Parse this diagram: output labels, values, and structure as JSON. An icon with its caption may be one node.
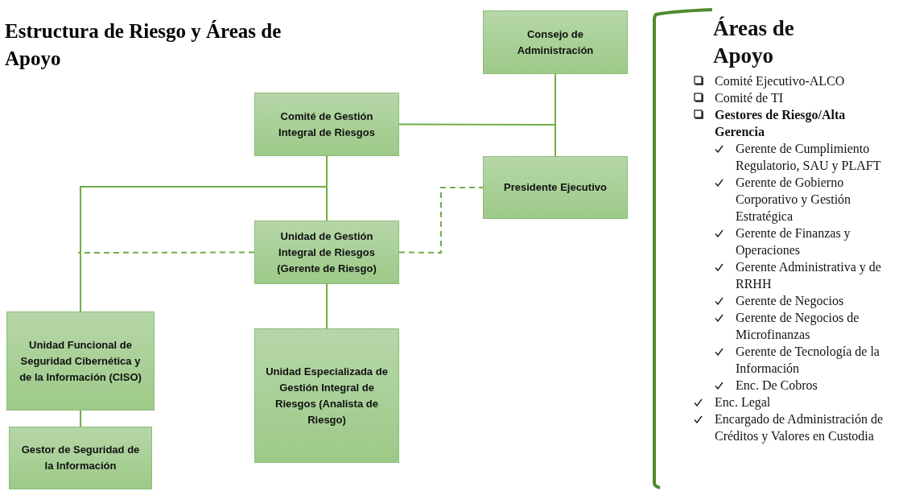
{
  "diagram": {
    "title": "Estructura de Riesgo y Áreas de Apoyo",
    "nodes": [
      {
        "text": [
          "Consejo de Administración"
        ]
      },
      {
        "text": [
          "Comité de Gestión Integral de Riesgos"
        ]
      },
      {
        "text": [
          "Presidente Ejecutivo"
        ]
      },
      {
        "text": [
          "Unidad de Gestión Integral de Riesgos (Gerente de Riesgo)"
        ]
      },
      {
        "text": [
          "Unidad Funcional de Seguridad Cibernética y de la Información (CISO)"
        ]
      },
      {
        "text": [
          "Unidad Especializada de Gestión Integral de Riesgos (Analista de Riesgo)"
        ]
      },
      {
        "text": [
          "Gestor de Seguridad de la Información"
        ]
      }
    ],
    "edges": [
      {
        "from": 0,
        "to": 2,
        "arrow": "none"
      },
      {
        "from": 1,
        "to": 0,
        "arrow": "none"
      },
      {
        "from": 1,
        "to": 3,
        "arrow": "none"
      },
      {
        "from": 1,
        "to": 4,
        "arrow": "none"
      },
      {
        "from": 3,
        "to": 5,
        "arrow": "none"
      },
      {
        "from": 4,
        "to": 6,
        "arrow": "none"
      },
      {
        "from": 3,
        "to": 2,
        "arrow": "none",
        "style": "dashed"
      },
      {
        "from": 3,
        "to": null,
        "arrow": "none",
        "style": "dashed"
      }
    ],
    "labels": [
      "Áreas de Apoyo",
      "Comité Ejecutivo-ALCO",
      "Comité de TI",
      "Gestores de Riesgo/Alta Gerencia",
      "Gerente de Cumplimiento Regulatorio, SAU y PLAFT",
      "Gerente de Gobierno Corporativo y Gestión Estratégica",
      "Gerente de Finanzas y Operaciones",
      "Gerente Administrativa y de RRHH",
      "Gerente de Negocios",
      "Gerente de Negocios de Microfinanzas",
      "Gerente de Tecnología de la Información",
      "Enc. De Cobros",
      "Enc. Legal",
      "Encargado de Administración de Créditos y Valores en Custodia"
    ]
  }
}
